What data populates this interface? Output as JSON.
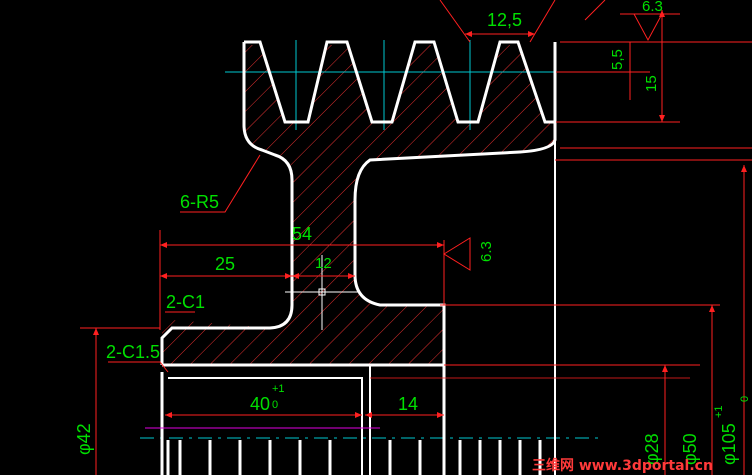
{
  "drawing": {
    "dimensions": {
      "groove_pitch": "12,5",
      "groove_top_roughness": "6.3",
      "groove_depth": "5,5",
      "groove_total": "15",
      "fillet_note": "6-R5",
      "hub_overall": "54",
      "hub_left": "25",
      "web_thickness": "12",
      "right_roughness": "6.3",
      "chamfer_upper": "2-C1",
      "chamfer_lower": "2-C1.5",
      "bore_length_base": "40",
      "bore_length_tol_upper": "+1",
      "bore_length_tol_lower": "0",
      "bore_right": "14",
      "dia_42": "φ42",
      "dia_28": "φ28",
      "dia_50": "φ50",
      "dia_105_base": "φ105",
      "dia_105_tol_upper": "+1",
      "dia_105_tol_lower": "0"
    },
    "watermark": "三维网 www.3dportal.cn",
    "colors": {
      "background": "#000000",
      "outline": "#ffffff",
      "dimension": "#00e000",
      "dim_line": "#ff2020",
      "hatch": "#e03030",
      "center_line": "#00c8d0",
      "magenta": "#e000e0"
    }
  }
}
